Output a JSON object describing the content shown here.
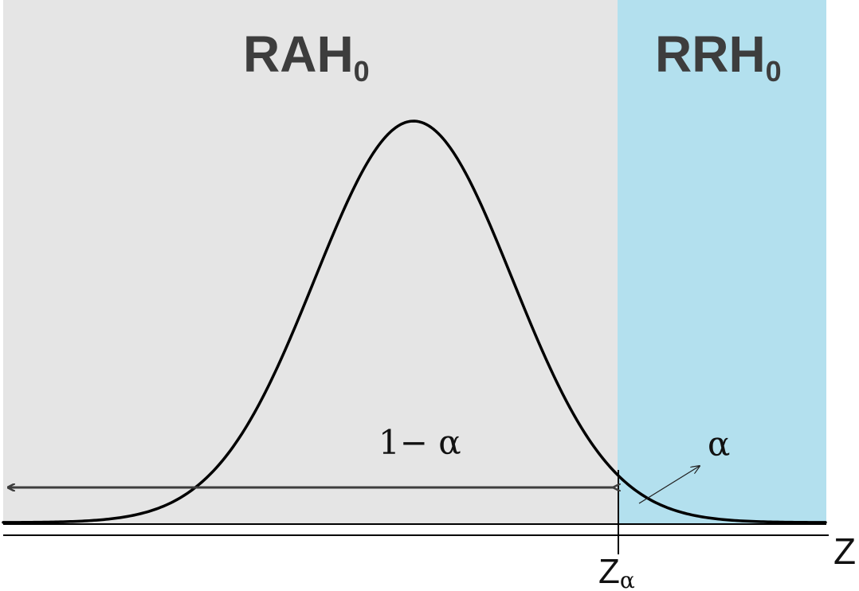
{
  "regions": {
    "acceptance": {
      "label": "RAH",
      "subscript": "0",
      "color": "#e5e5e5"
    },
    "rejection": {
      "label": "RRH",
      "subscript": "0",
      "color": "#b3e0ee"
    }
  },
  "annotations": {
    "confidence": {
      "text": "1− α"
    },
    "alpha": {
      "text": "α"
    }
  },
  "axis": {
    "label": "Z",
    "critical_value": {
      "label": "Z",
      "subscript": "α"
    }
  },
  "colors": {
    "curve": "#000000",
    "arrow": "#3d3d3d",
    "axis": "#000000"
  }
}
